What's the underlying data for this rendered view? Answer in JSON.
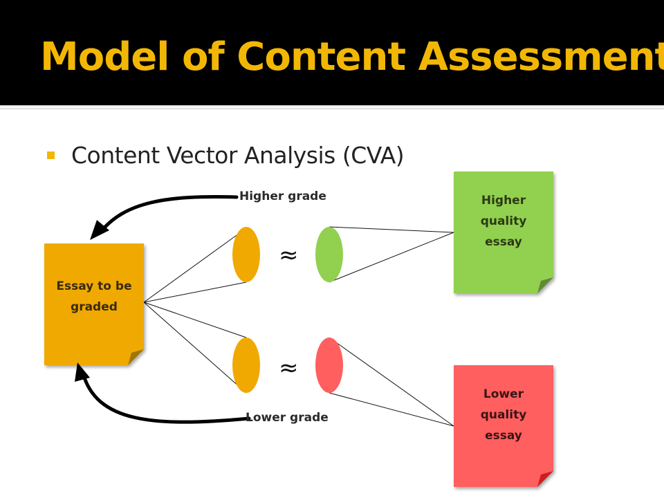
{
  "slide": {
    "title": "Model of Content Assessment",
    "bullet": "Content Vector Analysis (CVA)"
  },
  "diagram": {
    "essay_doc": {
      "label": "Essay to be\ngraded",
      "color": "#f0a900"
    },
    "higher_doc": {
      "label": "Higher\nquality\nessay",
      "color": "#92d050"
    },
    "lower_doc": {
      "label": "Lower\nquality\nessay",
      "color": "#ff5f5f"
    },
    "higher_grade_label": "Higher grade",
    "lower_grade_label": "Lower grade",
    "approx_symbol": "≈",
    "vector_colors": {
      "essay": "#f0a900",
      "higher": "#92d050",
      "lower": "#ff5f5f"
    }
  },
  "theme": {
    "title_color": "#f2b705",
    "bullet_color": "#f2b705"
  }
}
